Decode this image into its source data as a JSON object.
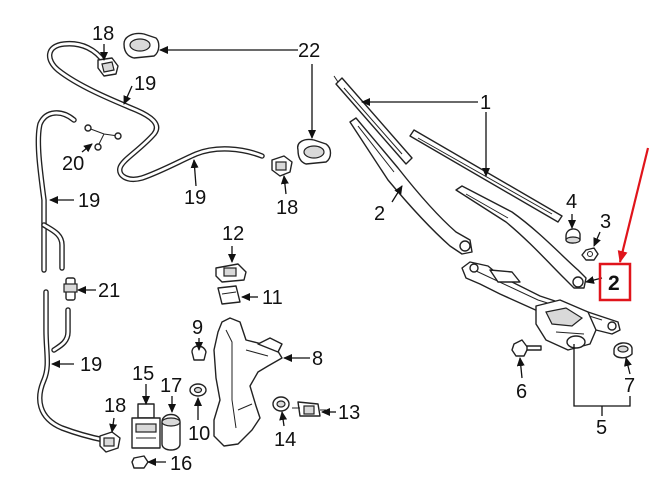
{
  "callouts": {
    "c1": "1",
    "c2a": "2",
    "c2b": "2",
    "c3": "3",
    "c4": "4",
    "c5": "5",
    "c6": "6",
    "c7": "7",
    "c8": "8",
    "c9": "9",
    "c10": "10",
    "c11": "11",
    "c12": "12",
    "c13": "13",
    "c14": "14",
    "c15": "15",
    "c16": "16",
    "c17": "17",
    "c18a": "18",
    "c18b": "18",
    "c18c": "18",
    "c19a": "19",
    "c19b": "19",
    "c19c": "19",
    "c19d": "19",
    "c20": "20",
    "c21": "21",
    "c22": "22",
    "highlight": "2"
  },
  "colors": {
    "ink": "#111111",
    "highlight": "#e0141b",
    "background": "#ffffff"
  }
}
